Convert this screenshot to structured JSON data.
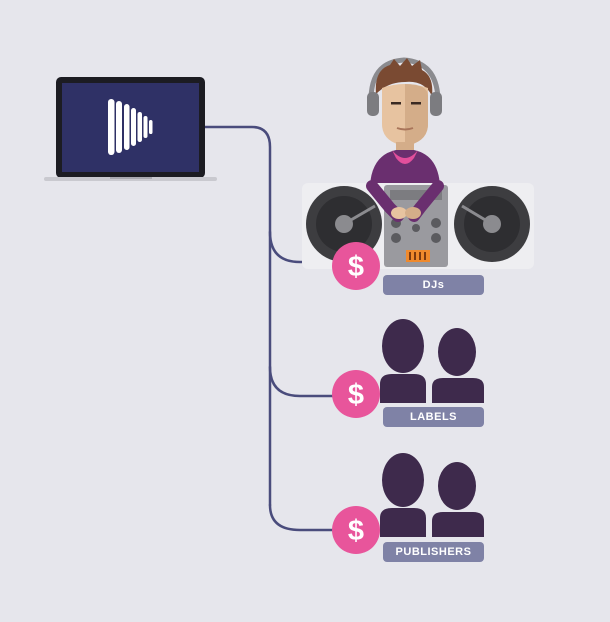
{
  "colors": {
    "background": "#e6e6ec",
    "connector": "#4a4c7c",
    "laptop_screen": "#2f3166",
    "laptop_frame": "#1c1c22",
    "dollar_badge": "#e8559b",
    "person_silhouette": "#3e2a4c",
    "label_pill": "#7f82a6",
    "hoodie": "#6a2f6f",
    "hood_lining": "#e24f9c",
    "deck": "#eeeef1",
    "mixer": "#9a9a9f",
    "record": "#3d3d40"
  },
  "icons": {
    "laptop": "laptop-icon",
    "brand": "waveform-logo-icon",
    "dj": "dj-at-turntables-icon",
    "people": "people-silhouette-icon",
    "money": "dollar-icon"
  },
  "nodes": {
    "djs": {
      "label": "DJs"
    },
    "labels": {
      "label": "LABELS"
    },
    "publishers": {
      "label": "PUBLISHERS"
    }
  },
  "badges": {
    "dollar_symbol": "$"
  }
}
